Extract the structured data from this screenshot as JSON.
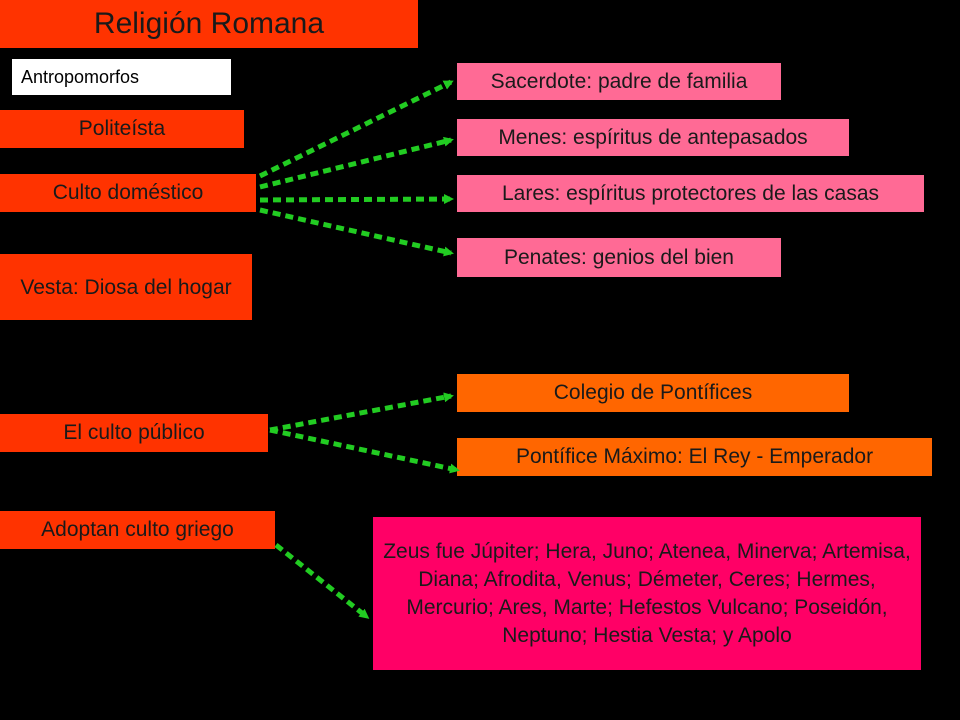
{
  "title": "Religión Romana",
  "antropomorfos": "Antropomorfos",
  "politeista": "Politeísta",
  "culto_domestico": "Culto doméstico",
  "vesta": "Vesta: Diosa del hogar",
  "culto_publico": "El culto público",
  "culto_griego": "Adoptan culto griego",
  "domestic_items": {
    "sacerdote": "Sacerdote: padre de familia",
    "menes": "Menes: espíritus de antepasados",
    "lares": "Lares: espíritus protectores de las casas",
    "penates": "Penates: genios del bien"
  },
  "public_items": {
    "colegio": "Colegio de Pontífices",
    "pontifice": "Pontífice Máximo: El Rey - Emperador"
  },
  "greek_gods": "Zeus fue Júpiter; Hera, Juno; Atenea, Minerva; Artemisa, Diana; Afrodita, Venus; Démeter, Ceres; Hermes, Mercurio; Ares, Marte; Hefestos Vulcano; Poseidón, Neptuno; Hestia Vesta; y Apolo",
  "colors": {
    "background": "#000000",
    "main_boxes": "#ff3300",
    "domestic_boxes": "#ff6a95",
    "public_boxes": "#ff6600",
    "greek_box": "#ff0066",
    "arrows": "#22cc22"
  }
}
